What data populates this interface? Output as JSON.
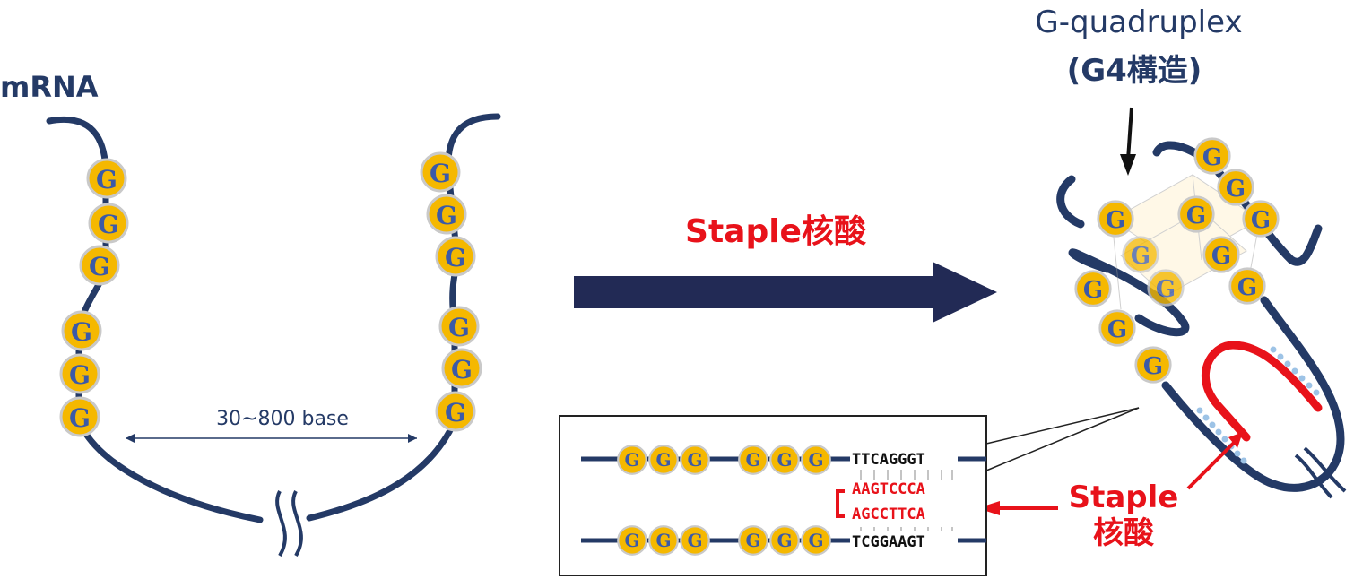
{
  "labels": {
    "mrna": "mRNA",
    "distance": "30~800 base",
    "staple_top": "Staple核酸",
    "g4_line1": "G-quadruplex",
    "g4_line2": "(G4構造)",
    "staple_side_line1": "Staple",
    "staple_side_line2": "核酸"
  },
  "g_letter": "G",
  "inset": {
    "top_strand_seq": "TTCAGGGT",
    "staple_seq_1": "AAGTCCCA",
    "staple_seq_2": "AGCCTTCA",
    "bottom_strand_seq": "TCGGAAGT"
  },
  "colors": {
    "strand": "#243a66",
    "g_fill": "#f5b800",
    "g_stroke": "#b8b8b8",
    "g_letter": "#3b5aa8",
    "staple": "#e8121a",
    "arrow": "#222a55",
    "dots": "#9dc3e6"
  }
}
